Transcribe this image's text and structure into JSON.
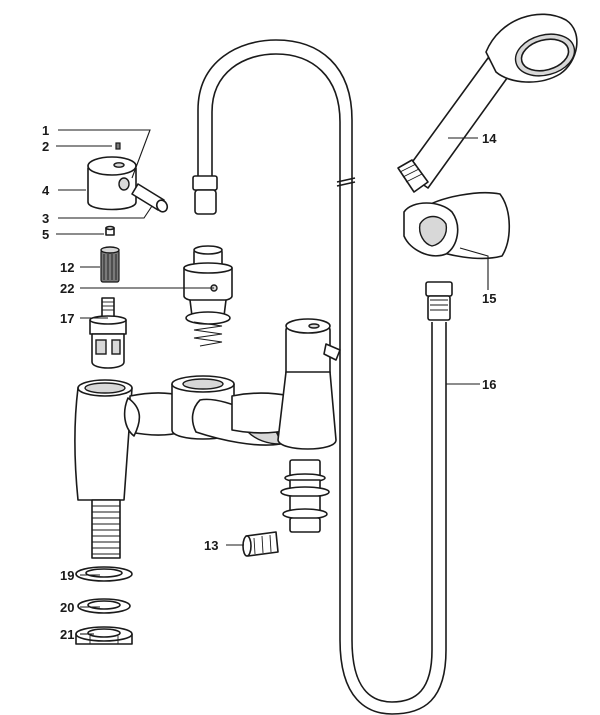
{
  "labels": {
    "l1": "1",
    "l2": "2",
    "l3": "3",
    "l4": "4",
    "l5": "5",
    "l12": "12",
    "l13": "13",
    "l14": "14",
    "l15": "15",
    "l16": "16",
    "l17": "17",
    "l19": "19",
    "l20": "20",
    "l21": "21",
    "l22": "22"
  }
}
